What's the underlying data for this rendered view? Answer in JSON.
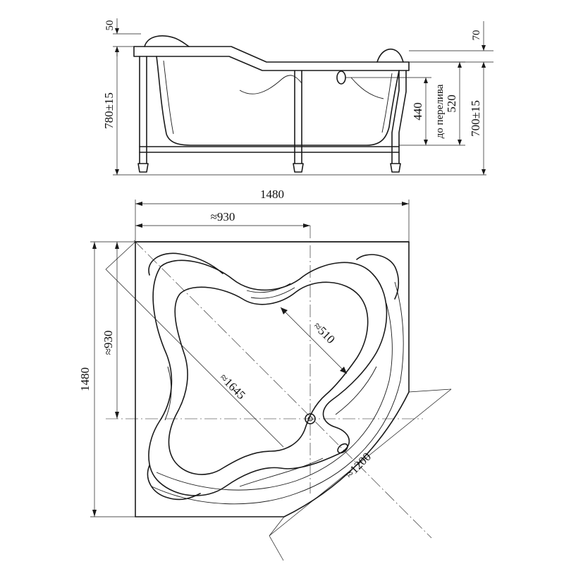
{
  "side_view": {
    "dim_top_left": "50",
    "dim_top_right": "70",
    "dim_total_height": "780±15",
    "dim_overflow": "440",
    "dim_overflow_note": "до перелива",
    "dim_inner_depth": "520",
    "dim_rim_height": "700±15"
  },
  "plan_view": {
    "dim_width": "1480",
    "dim_depth": "1480",
    "dim_half_width": "≈930",
    "dim_half_depth": "≈930",
    "dim_diagonal": "≈1645",
    "dim_seat": "≈510",
    "dim_front": "≈1200"
  }
}
